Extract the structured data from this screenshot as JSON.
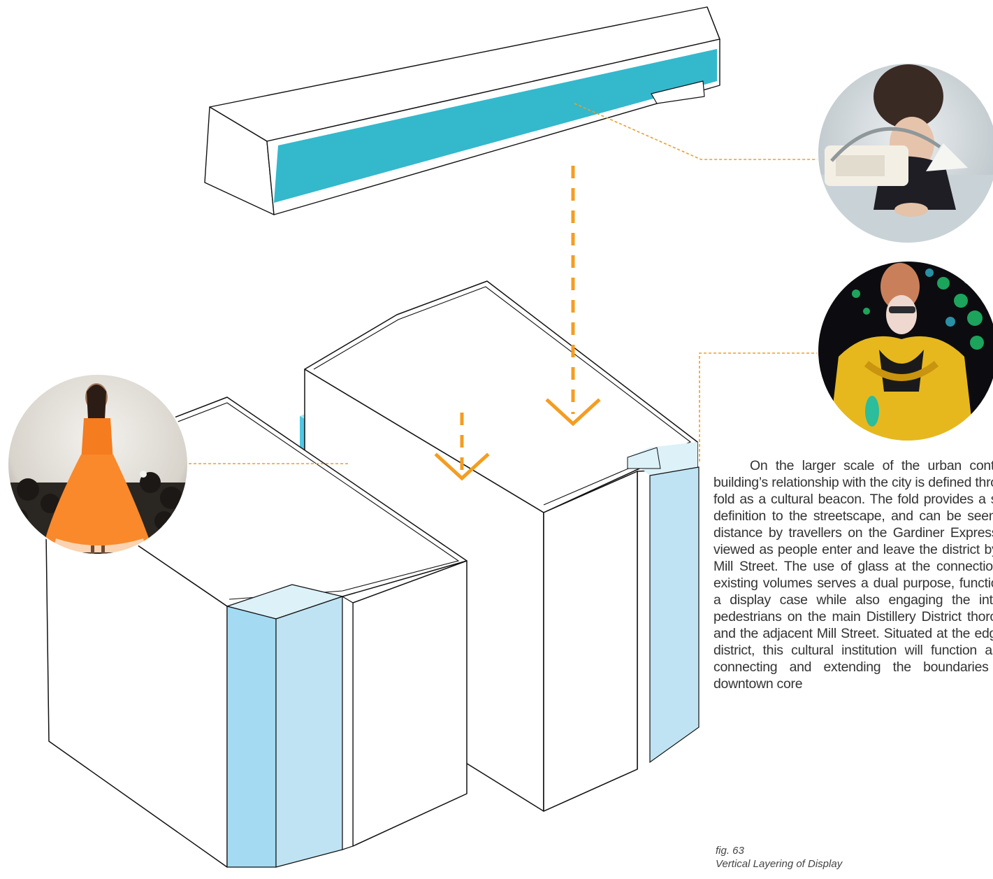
{
  "colors": {
    "display_cyan": "#34b8cc",
    "volume_top": "#a7e8ee",
    "volume_front": "#4ec7e3",
    "volume_side": "#6fd6ea",
    "glass_light": "#dcf1f8",
    "glass_mid": "#bfe3f2",
    "glass_dark": "#a4dbf3",
    "arrow_orange": "#f49d21",
    "outline": "#111111"
  },
  "images": [
    {
      "id": "photo-sewing",
      "icon": "sewing-machine-photo"
    },
    {
      "id": "photo-mannequin",
      "icon": "mannequin-display-photo"
    },
    {
      "id": "photo-runway",
      "icon": "runway-model-photo"
    }
  ],
  "description": {
    "text": "On the larger scale of the urban context, the building’s relationship with the city is defined through the fold as a cultural beacon. The fold provides a sense of definition to the streetscape, and can be seen from a distance by travellers on the Gardiner Expressway, or viewed as people enter and leave the district by way of Mill Street. The use of glass at the connection of the existing volumes serves a dual purpose, functioning as a display case while also engaging the interest of pedestrians on the main Distillery District thoroughfare and the adjacent Mill Street. Situated at the edge of the district, this cultural institution will function as a link connecting and extending the boundaries of the downtown core"
  },
  "caption": {
    "fig_number": "fig. 63",
    "title": "Vertical Layering of Display"
  }
}
